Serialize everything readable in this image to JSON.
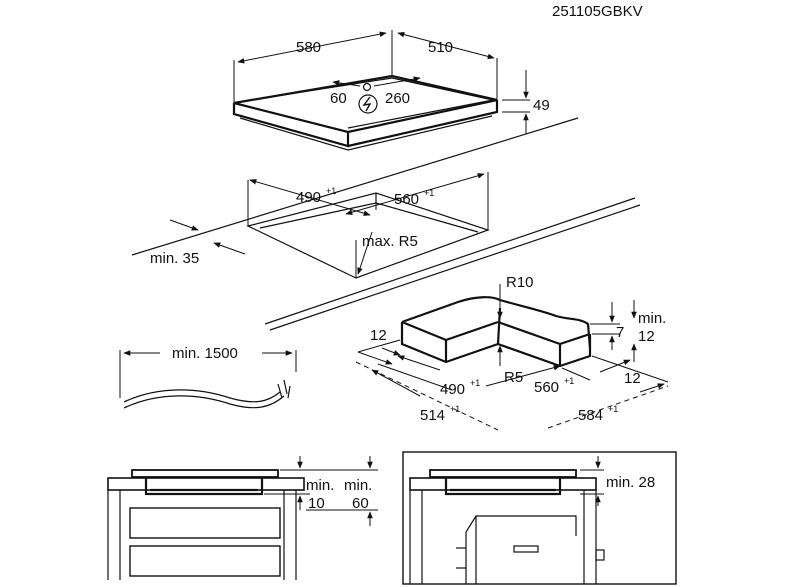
{
  "code": "251105GBKV",
  "hob": {
    "width": "580",
    "depth": "510",
    "height": "49",
    "cable_left": "60",
    "cable_right": "260"
  },
  "cutout": {
    "width": "490",
    "depth": "560",
    "tol": "+1",
    "min_edge": "min. 35",
    "radius": "max. R5"
  },
  "cable": {
    "length": "min. 1500"
  },
  "frame": {
    "r_top": "R10",
    "r_inner": "R5",
    "in_w": "490",
    "in_d": "560",
    "out_w": "514",
    "out_d": "584",
    "tol": "+1",
    "side_left": "12",
    "side_right": "12",
    "height": "7",
    "min_label": "min.",
    "min_val": "12"
  },
  "section_left": {
    "min_a_label": "min.",
    "min_a_val": "10",
    "min_b_label": "min.",
    "min_b_val": "60"
  },
  "section_right": {
    "gap": "min. 28"
  }
}
